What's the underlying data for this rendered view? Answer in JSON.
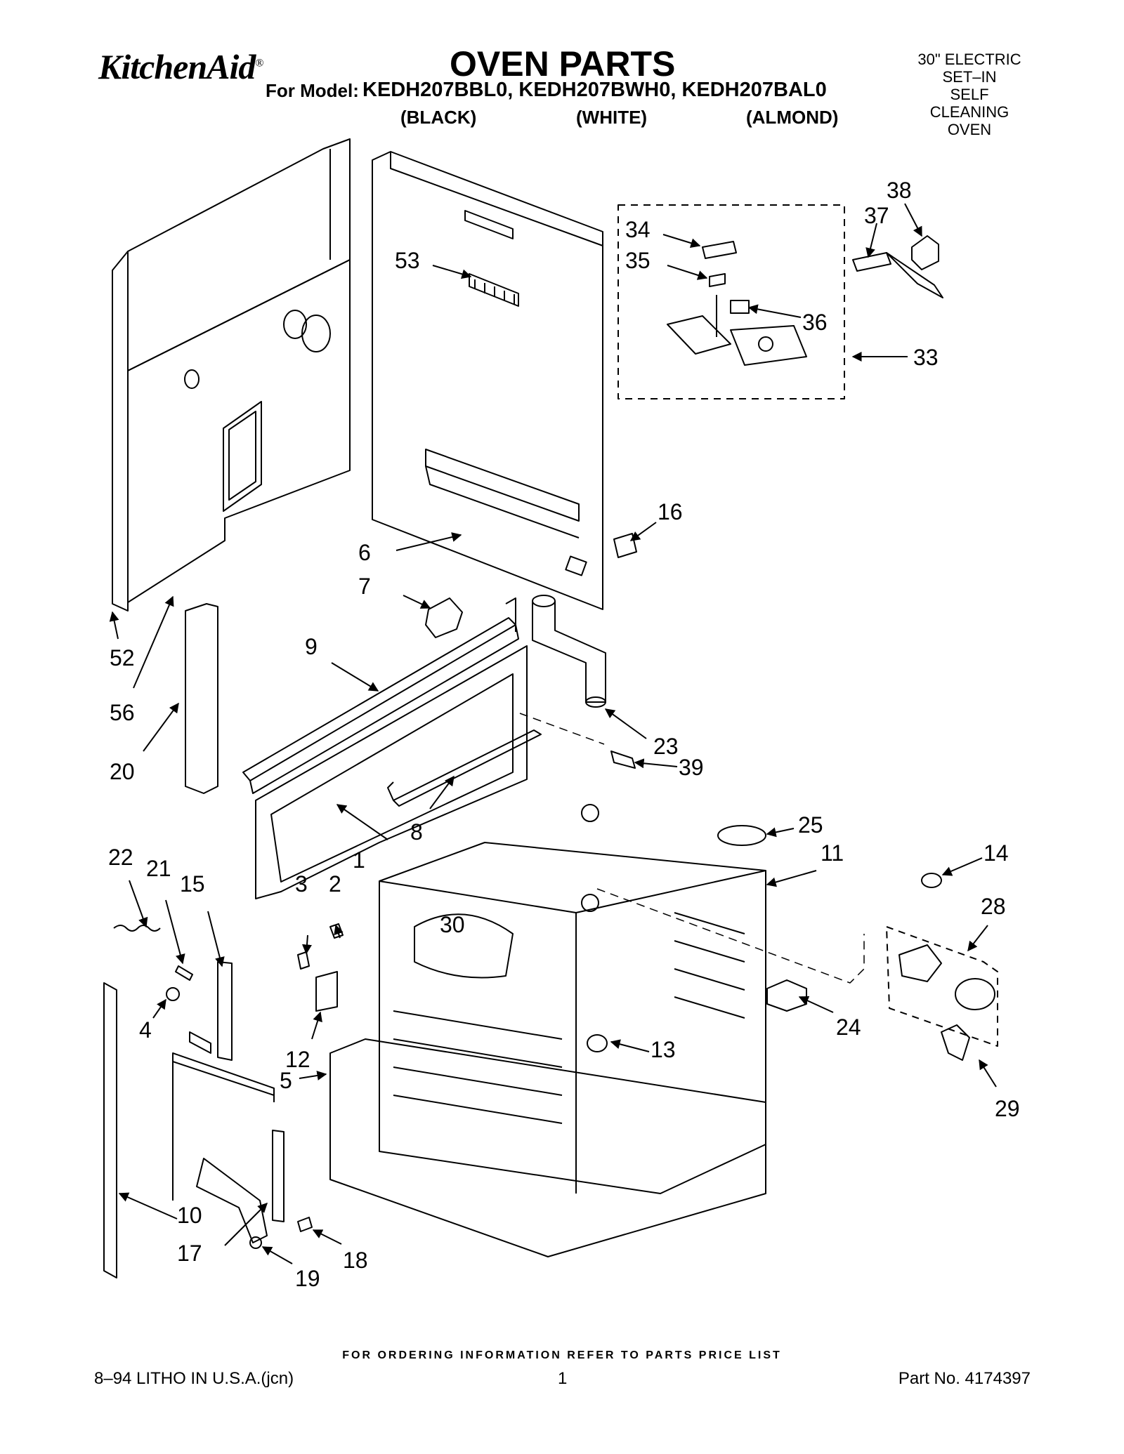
{
  "header": {
    "brand": "KitchenAid",
    "brand_mark": "®",
    "title": "OVEN PARTS",
    "model_label": "For Model:",
    "models": "KEDH207BBL0, KEDH207BWH0, KEDH207BAL0",
    "colors": [
      "(BLACK)",
      "(WHITE)",
      "(ALMOND)"
    ],
    "oven_type": [
      "30\" ELECTRIC",
      "SET–IN",
      "SELF",
      "CLEANING",
      "OVEN"
    ]
  },
  "callouts": [
    "1",
    "2",
    "3",
    "4",
    "5",
    "6",
    "7",
    "8",
    "9",
    "10",
    "11",
    "12",
    "13",
    "14",
    "15",
    "16",
    "17",
    "18",
    "19",
    "20",
    "21",
    "22",
    "23",
    "24",
    "25",
    "28",
    "29",
    "30",
    "33",
    "34",
    "35",
    "36",
    "37",
    "38",
    "39",
    "52",
    "53",
    "56"
  ],
  "footer": {
    "ordering": "FOR ORDERING INFORMATION REFER TO PARTS PRICE LIST",
    "litho": "8–94 LITHO IN U.S.A.(jcn)",
    "page": "1",
    "part_no": "Part No. 4174397"
  }
}
